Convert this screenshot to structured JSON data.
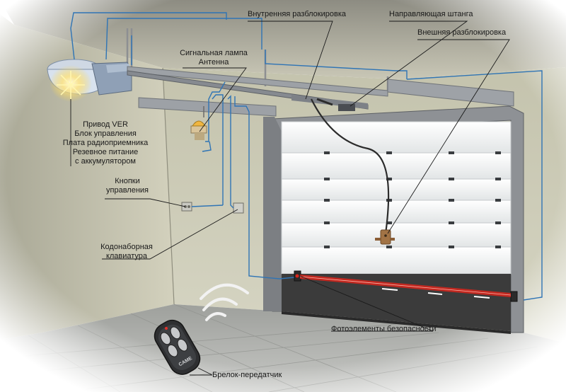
{
  "labels": {
    "inner_release": "Внутренняя разблокировка",
    "guide_rail": "Направляющая штанга",
    "outer_release": "Внешняя разблокировка",
    "signal_lamp": "Сигнальная лампа",
    "antenna": "Антенна",
    "drive_lines": [
      "Привод VER",
      "Блок управления",
      "Плата радиоприемника",
      "Резевное питание",
      "с аккумулятором"
    ],
    "control_buttons_lines": [
      "Кнопки",
      "управления"
    ],
    "keypad_lines": [
      "Кодонаборная",
      "клавиатура"
    ],
    "photocells": "Фотоэлементы безопасности",
    "remote": "Брелок-передатчик"
  },
  "remote_logo": "CAME",
  "colors": {
    "wire": "#2f74b5",
    "laser": "#d9261c",
    "wall": "#c8c6b0",
    "floor": "#a9aaa6",
    "ceiling": "#b6b4a4",
    "door_panel": "#f4f5f5"
  }
}
